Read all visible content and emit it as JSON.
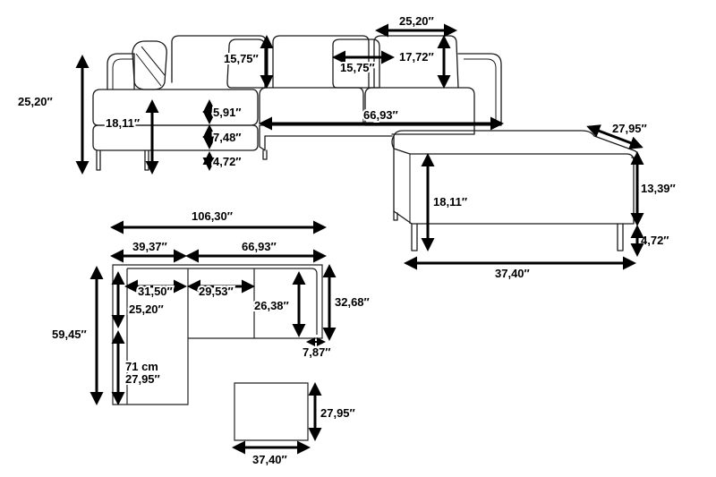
{
  "labels": {
    "sofa_cushion_width": "25,20″",
    "back_cushion_height": "15,75″",
    "pillow_width": "15,75″",
    "back_height": "17,72″",
    "total_height": "25,20″",
    "seat_height": "18,11″",
    "seat_cushion_thickness": "5,91″",
    "base_thickness": "7,48″",
    "leg_height": "4,72″",
    "seat_width": "66,93″",
    "ottoman_depth": "27,95″",
    "ottoman_seat_height": "18,11″",
    "ottoman_body_height": "13,39″",
    "ottoman_leg_height": "4,72″",
    "ottoman_width": "37,40″",
    "total_width": "106,30″",
    "chaise_width": "39,37″",
    "main_width": "66,93″",
    "chaise_inner_width": "31,50″",
    "main_inner_width": "29,53″",
    "main_inner_depth": "26,38″",
    "main_depth": "32,68″",
    "total_depth": "59,45″",
    "chaise_seat_depth": "25,20″",
    "chaise_ext_cm": "71 cm",
    "chaise_ext_in": "27,95″",
    "arm_width": "7,87″",
    "plan_ottoman_depth": "27,95″",
    "plan_ottoman_width": "37,40″"
  }
}
